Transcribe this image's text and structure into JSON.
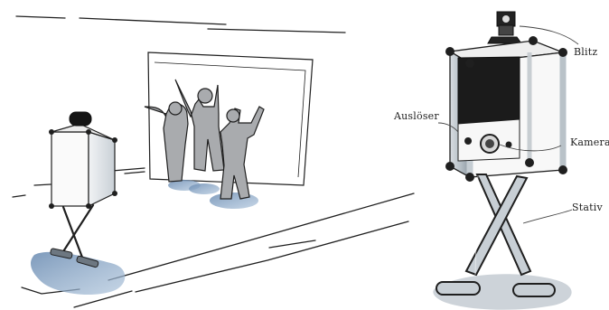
{
  "labels": {
    "blitz": "Blitz",
    "ausloeser": "Auslöser",
    "kamera": "Kamera",
    "stativ": "Stativ"
  },
  "colors": {
    "ink": "#1f1f1f",
    "metal": "#b7c0c7",
    "metal_dark": "#8f9aa3",
    "screen": "#1b1b1b",
    "shadow": "#8fa8c4",
    "figure": "#a8aaad",
    "panel": "#f7f7f7"
  },
  "icons": {
    "flash": "flash-icon",
    "camera_lens": "camera-lens-icon",
    "shutter_button": "shutter-button-icon"
  }
}
